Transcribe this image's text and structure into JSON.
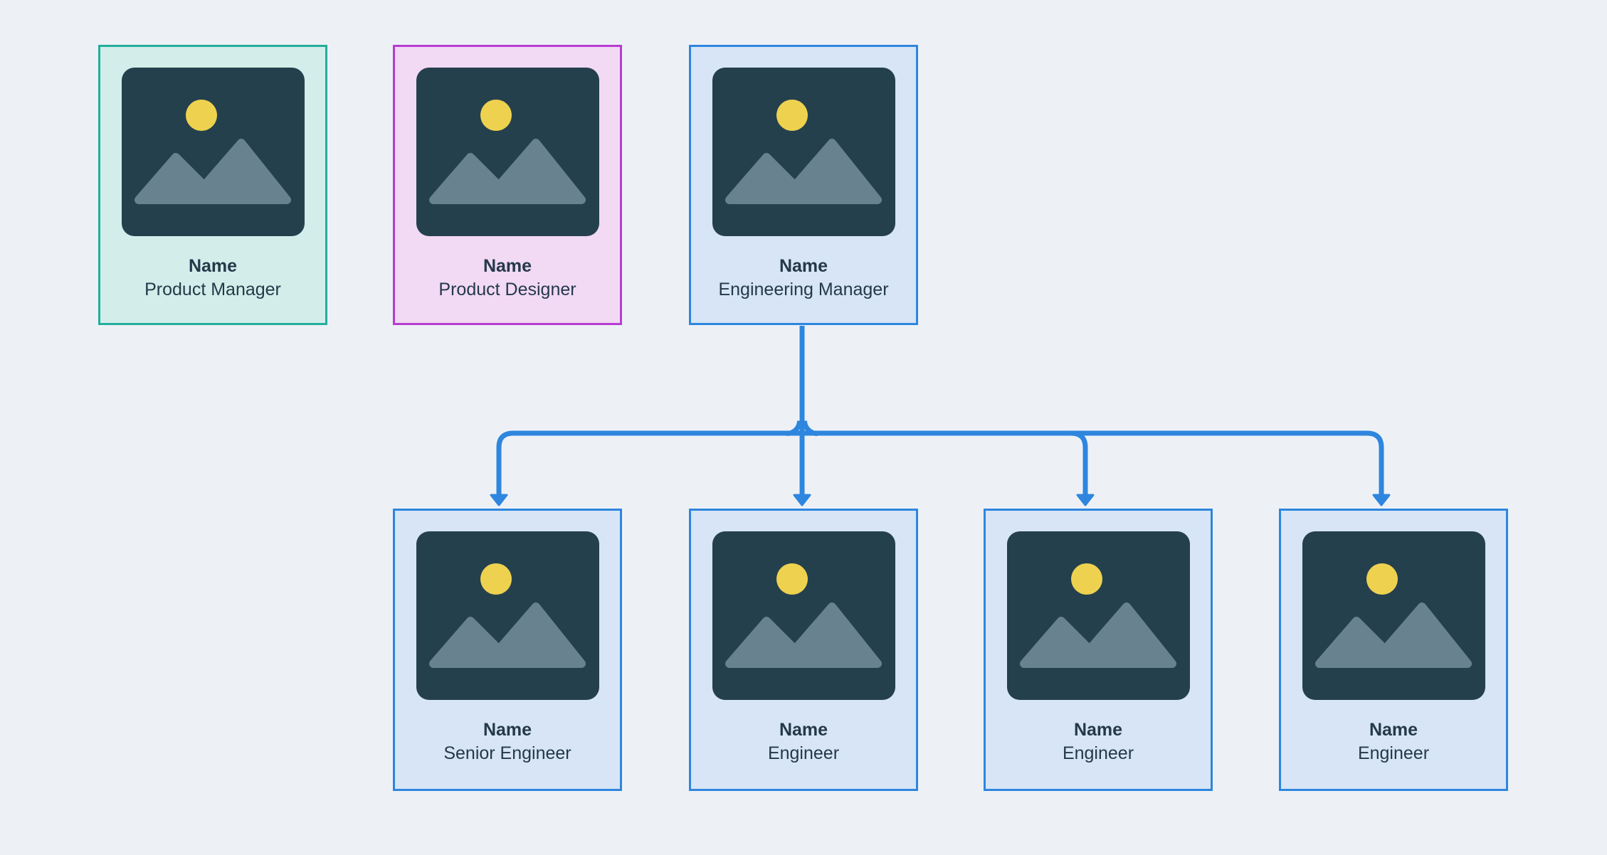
{
  "diagram": {
    "type": "org-chart",
    "nodes": [
      {
        "name": "Name",
        "role": "Product Manager",
        "theme": "teal"
      },
      {
        "name": "Name",
        "role": "Product Designer",
        "theme": "magenta"
      },
      {
        "name": "Name",
        "role": "Engineering Manager",
        "theme": "blue"
      },
      {
        "name": "Name",
        "role": "Senior Engineer",
        "theme": "blue"
      },
      {
        "name": "Name",
        "role": "Engineer",
        "theme": "blue"
      },
      {
        "name": "Name",
        "role": "Engineer",
        "theme": "blue"
      },
      {
        "name": "Name",
        "role": "Engineer",
        "theme": "blue"
      }
    ],
    "edges": {
      "parent_role": "Engineering Manager",
      "child_roles": [
        "Senior Engineer",
        "Engineer",
        "Engineer",
        "Engineer"
      ],
      "style": "arrow-down"
    }
  },
  "colors": {
    "bg": "#edf1f6",
    "blue": "#2e86de",
    "blue-fill": "#d7e5f6",
    "teal": "#23ae9d",
    "teal-fill": "#d3eeea",
    "magenta": "#b83cd0",
    "magenta-fill": "#f2d9f4",
    "photo": "#25404d",
    "sun": "#eed24f",
    "mountain": "#68838f",
    "ink": "#24394a"
  },
  "icons": {
    "photo_placeholder": "image-placeholder-icon (sun over mountains)"
  }
}
